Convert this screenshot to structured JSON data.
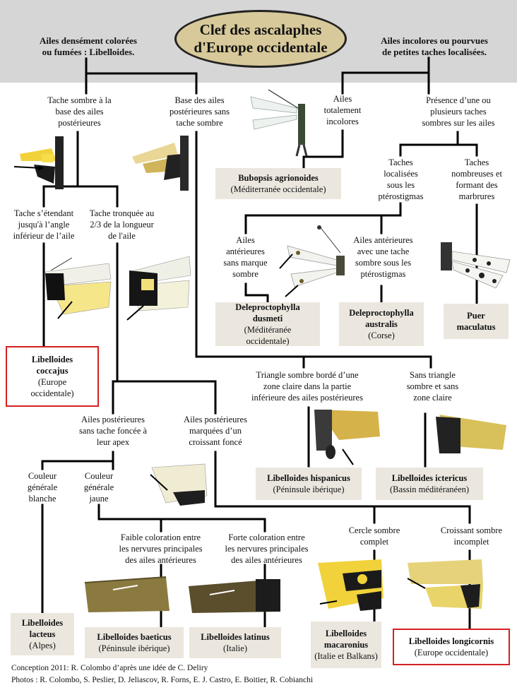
{
  "title": "Clef des ascalaphes\nd'Europe occidentale",
  "branches": {
    "left_top": "Ailes densément colorées\nou fumées : Libelloides.",
    "right_top": "Ailes incolores ou pourvues\nde petites taches localisées."
  },
  "labels": {
    "tache_sombre_base": "Tache sombre à la\nbase des ailes\npostérieures",
    "base_sans_tache": "Base des ailes\npostérieures sans\ntache sombre",
    "ailes_incolores": "Ailes\ntotalement\nincolores",
    "presence_taches": "Présence d’une ou\nplusieurs taches\nsombres sur les ailes",
    "taches_localisees": "Taches\nlocalisées\nsous les\nptérostigmas",
    "taches_nombreuses": "Taches\nnombreuses et\nformant des\nmarbrures",
    "tache_angle": "Tache s’étendant\njusqu'à l’angle\ninférieur de l’aile",
    "tache_tronquee": "Tache tronquée au\n2/3 de la longueur\nde l'aile",
    "ant_sans_marque": "Ailes\nantérieures\nsans marque\nsombre",
    "ant_avec_tache": "Ailes antérieures\navec une tache\nsombre sous les\nptérostigmas",
    "triangle_sombre": "Triangle sombre bordé d’une\nzone claire dans la partie\ninférieure des ailes postérieures",
    "sans_triangle": "Sans triangle\nsombre et sans\nzone claire",
    "post_sans_tache": "Ailes postérieures\nsans tache foncée à\nleur apex",
    "post_croissant": "Ailes postérieures\nmarquées d’un\ncroissant foncé",
    "couleur_blanche": "Couleur\ngénérale\nblanche",
    "couleur_jaune": "Couleur\ngénérale\njaune",
    "faible_coloration": "Faible coloration entre\nles nervures principales\ndes ailes antérieures",
    "forte_coloration": "Forte coloration entre\nles nervures principales\ndes ailes antérieures",
    "cercle_complet": "Cercle sombre\ncomplet",
    "croissant_incomplet": "Croissant sombre\nincomplet"
  },
  "species": {
    "bubopsis": {
      "name": "Bubopsis agrionoides",
      "region": "(Méditerranée occidentale)"
    },
    "dusmeti": {
      "name": "Deleproctophylla\ndusmeti",
      "region": "(Méditéranée\noccidentale)"
    },
    "australis": {
      "name": "Deleproctophylla\naustralis",
      "region": "(Corse)"
    },
    "puer": {
      "name": "Puer\nmaculatus",
      "region": ""
    },
    "coccajus": {
      "name": "Libelloides\ncoccajus",
      "region": "(Europe\noccidentale)"
    },
    "hispanicus": {
      "name": "Libelloides hispanicus",
      "region": "(Péninsule ibérique)"
    },
    "ictericus": {
      "name": "Libelloides ictericus",
      "region": "(Bassin méditéranéen)"
    },
    "lacteus": {
      "name": "Libelloides\nlacteus",
      "region": "(Alpes)"
    },
    "baeticus": {
      "name": "Libelloides baeticus",
      "region": "(Péninsule ibérique)"
    },
    "latinus": {
      "name": "Libelloides latinus",
      "region": "(Italie)"
    },
    "macaronius": {
      "name": "Libelloides\nmacaronius",
      "region": "(Italie et Balkans)"
    },
    "longicornis": {
      "name": "Libelloides longicornis",
      "region": "(Europe occidentale)"
    }
  },
  "credits": {
    "conception": "Conception 2011: R. Colombo d’après une idée de C. Deliry",
    "photos": "Photos : R. Colombo, S. Peslier, D. Jeliascov, R. Forns, E. J. Castro, E. Boitier, R. Cobianchi"
  },
  "colors": {
    "header_bg": "#d6d6d6",
    "title_oval": "#d8c99a",
    "species_box": "#ebe7df",
    "highlight_border": "#d42020"
  }
}
